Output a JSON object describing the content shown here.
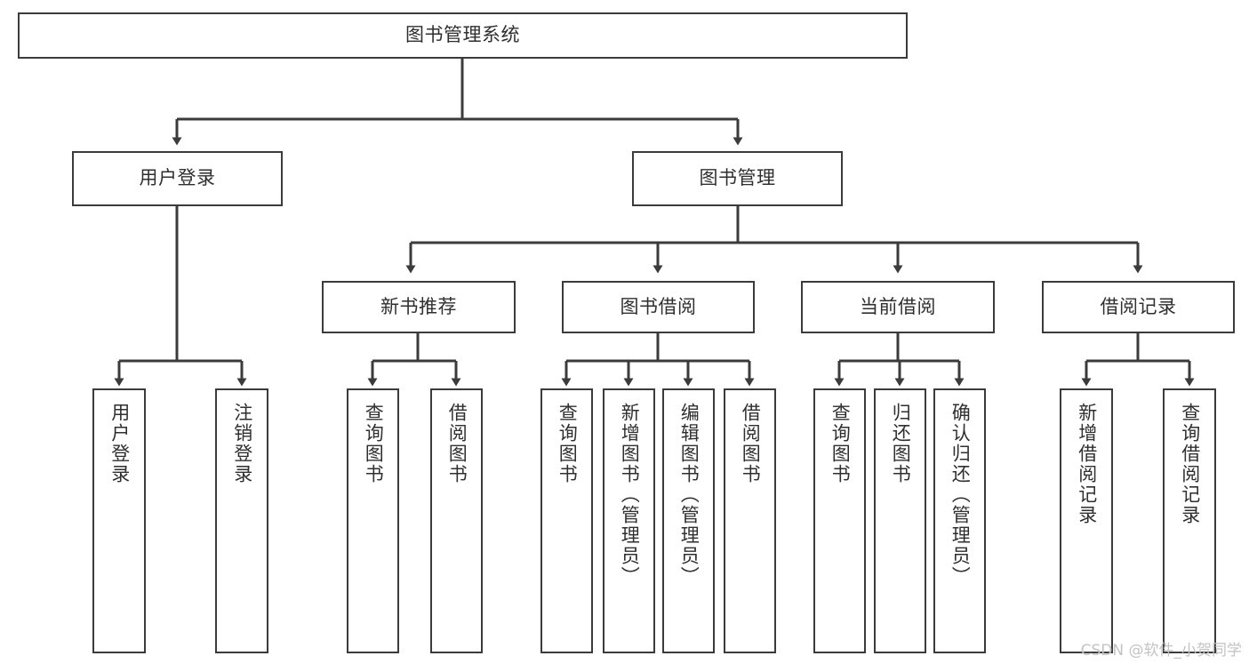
{
  "diagram": {
    "title": "图书管理系统",
    "root": {
      "label": "图书管理系统"
    },
    "level2": [
      {
        "label": "用户登录"
      },
      {
        "label": "图书管理"
      }
    ],
    "level3": [
      {
        "label": "新书推荐"
      },
      {
        "label": "图书借阅"
      },
      {
        "label": "当前借阅"
      },
      {
        "label": "借阅记录"
      }
    ],
    "leaves": {
      "user_login": [
        {
          "label": "用户登录"
        },
        {
          "label": "注销登录"
        }
      ],
      "new_book_recommend": [
        {
          "label": "查询图书"
        },
        {
          "label": "借阅图书"
        }
      ],
      "book_borrow": [
        {
          "label": "查询图书"
        },
        {
          "label": "新增图书（管理员）"
        },
        {
          "label": "编辑图书（管理员）"
        },
        {
          "label": "借阅图书"
        }
      ],
      "current_borrow": [
        {
          "label": "查询图书"
        },
        {
          "label": "归还图书"
        },
        {
          "label": "确认归还（管理员）"
        }
      ],
      "borrow_record": [
        {
          "label": "新增借阅记录"
        },
        {
          "label": "查询借阅记录"
        }
      ]
    }
  },
  "watermark": {
    "text": "CSDN @软件_小贺同学"
  },
  "colors": {
    "stroke": "#3b3b3b",
    "text": "#2f2f2f",
    "background": "#ffffff",
    "watermark": "#c3c3c3"
  }
}
